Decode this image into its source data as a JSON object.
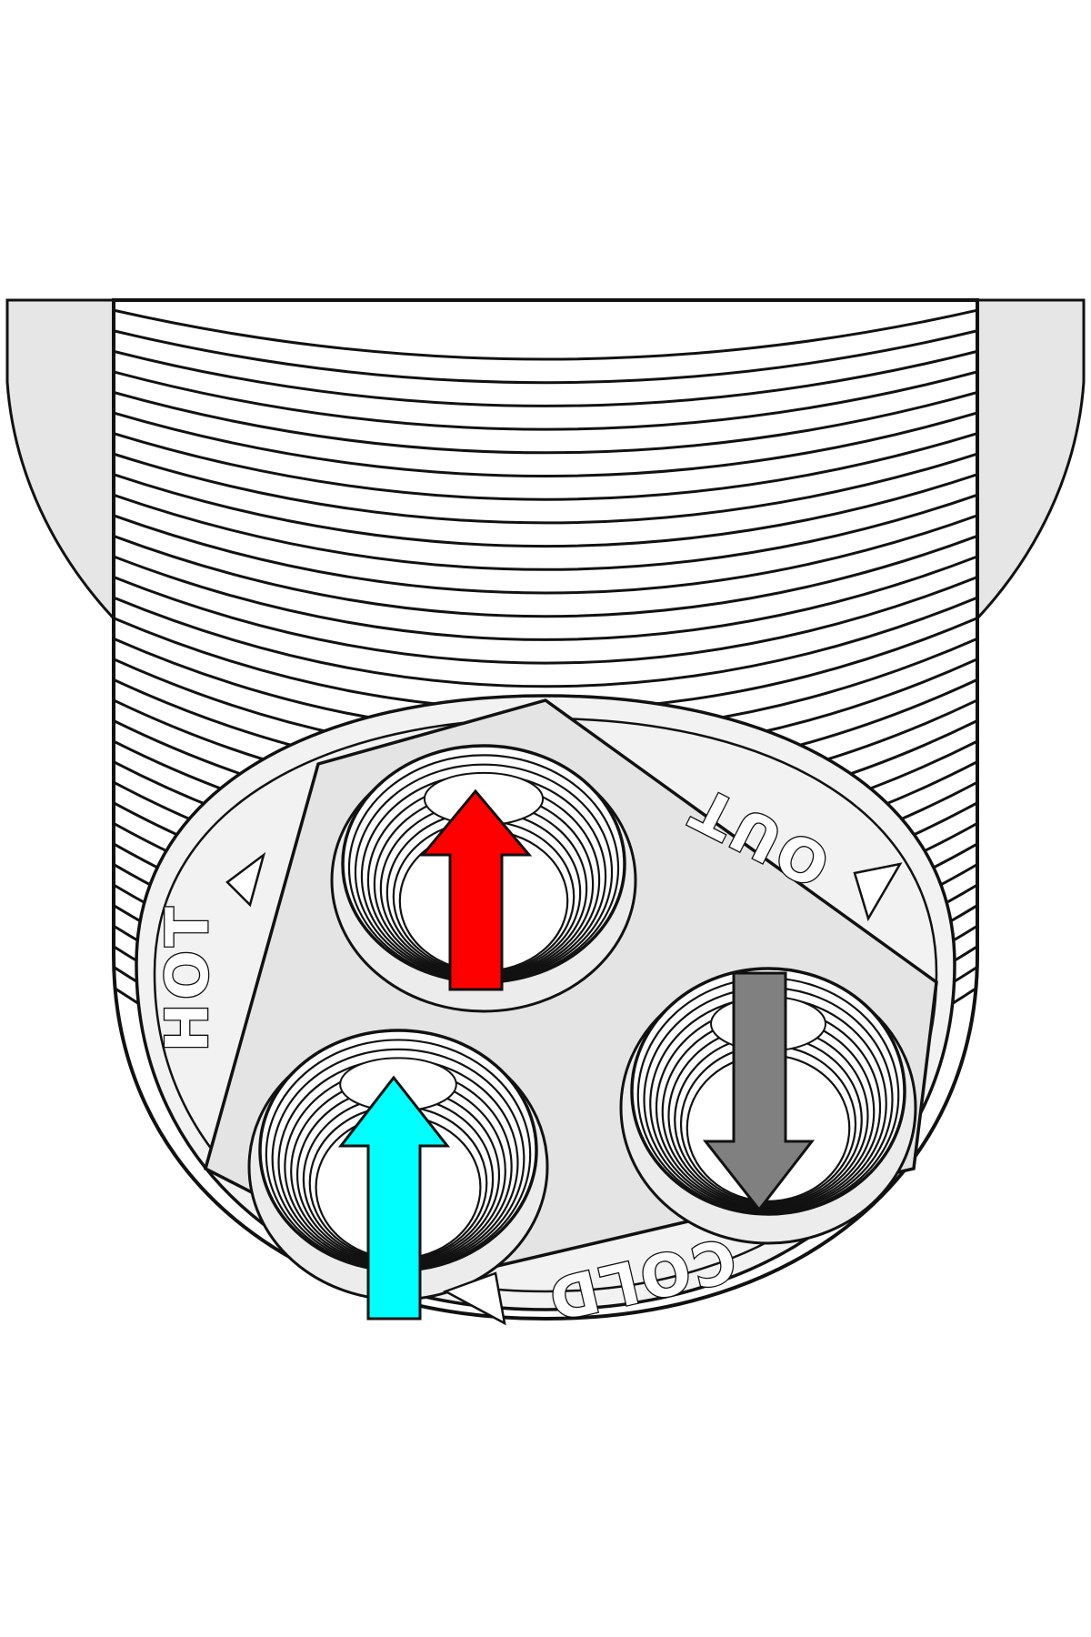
{
  "labels": {
    "hot": "HOT",
    "out": "OUT",
    "cold": "COLD"
  },
  "icons": {
    "hot_flow": "arrow-up-icon",
    "cold_flow": "arrow-up-icon",
    "out_flow": "arrow-down-icon",
    "port_marker": "triangle-marker-icon"
  },
  "colors": {
    "hot": "#ff0000",
    "cold": "#00ffff",
    "out": "#808080",
    "body_fill": "#e8e8e8",
    "outline": "#111111"
  }
}
